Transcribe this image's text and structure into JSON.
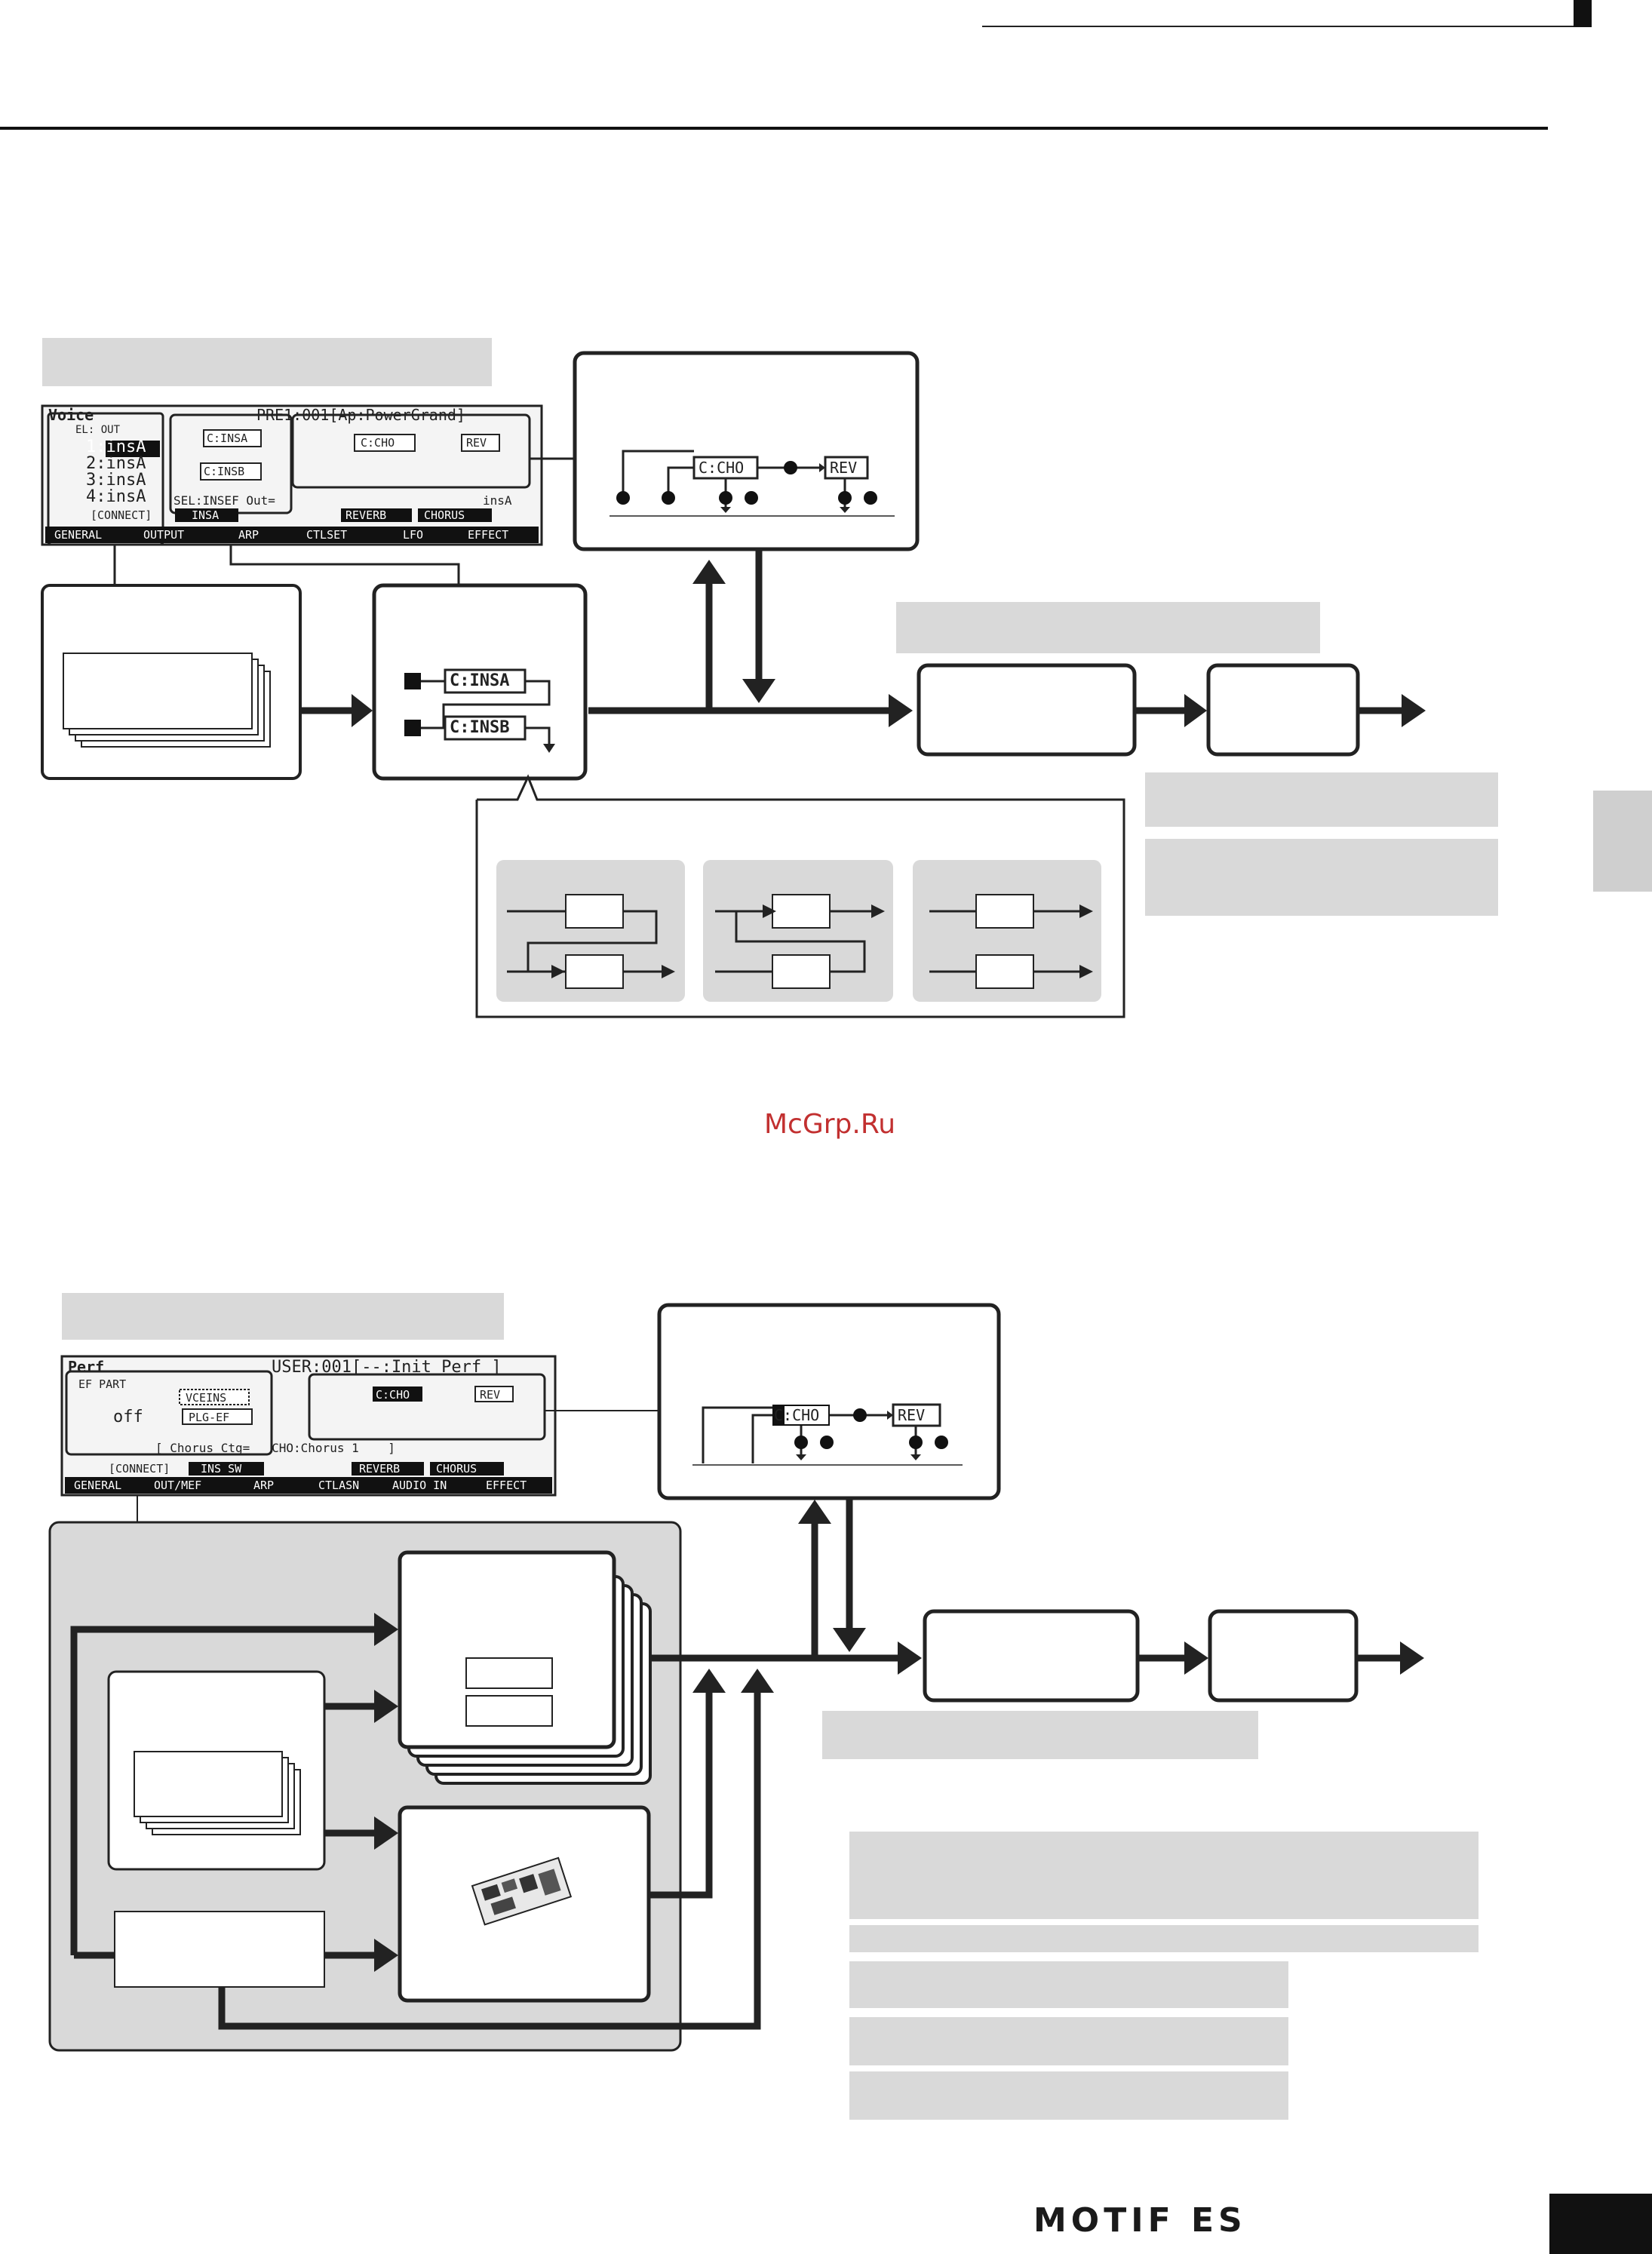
{
  "watermark": "McGrp.Ru",
  "logo": "MOTIF ES",
  "voice_section": {
    "lcd": {
      "header_left": "Voice",
      "header_right": "PRE1:001[Ap:PowerGrand]",
      "el_out_label": "EL: OUT",
      "element_rows": [
        "1:insA",
        "2:insA",
        "3:insA",
        "4:insA"
      ],
      "connect_label": "[CONNECT]",
      "insa_label": "INSA",
      "reverb_label": "REVERB",
      "chorus_label": "CHORUS",
      "ins1_box": "C:INSA",
      "ins2_box": "C:INSB",
      "cho_box": "C:CHO",
      "rev_box": "REV",
      "sel_text": "SEL:INSEF Out=",
      "sel_right": "insA",
      "tabs": [
        "GENERAL",
        "OUTPUT",
        "ARP",
        "CTLSET",
        "LFO",
        "EFFECT"
      ]
    },
    "zoom": {
      "cho_box": "C:CHO",
      "rev_box": "REV"
    },
    "insertion_block": {
      "ins1": "C:INSA",
      "ins2": "C:INSB"
    }
  },
  "perf_section": {
    "lcd": {
      "header_left": "Perf",
      "header_right": "USER:001[--:Init Perf ]",
      "ef_part_label": "EF PART",
      "off_label": "off",
      "vceins_box": "VCEINS",
      "plgef_box": "PLG-EF",
      "cho_box": "C:CHO",
      "rev_box": "REV",
      "chorus_line": "[ Chorus Ctg=   CHO:Chorus 1    ]",
      "connect_label": "[CONNECT]",
      "ins_sw_label": "INS SW",
      "reverb_label": "REVERB",
      "chorus_label": "CHORUS",
      "tabs": [
        "GENERAL",
        "OUT/MEF",
        "ARP",
        "CTLASN",
        "AUDIO IN",
        "EFFECT"
      ]
    },
    "zoom": {
      "cho_box": "C:CHO",
      "rev_box": "REV"
    }
  }
}
